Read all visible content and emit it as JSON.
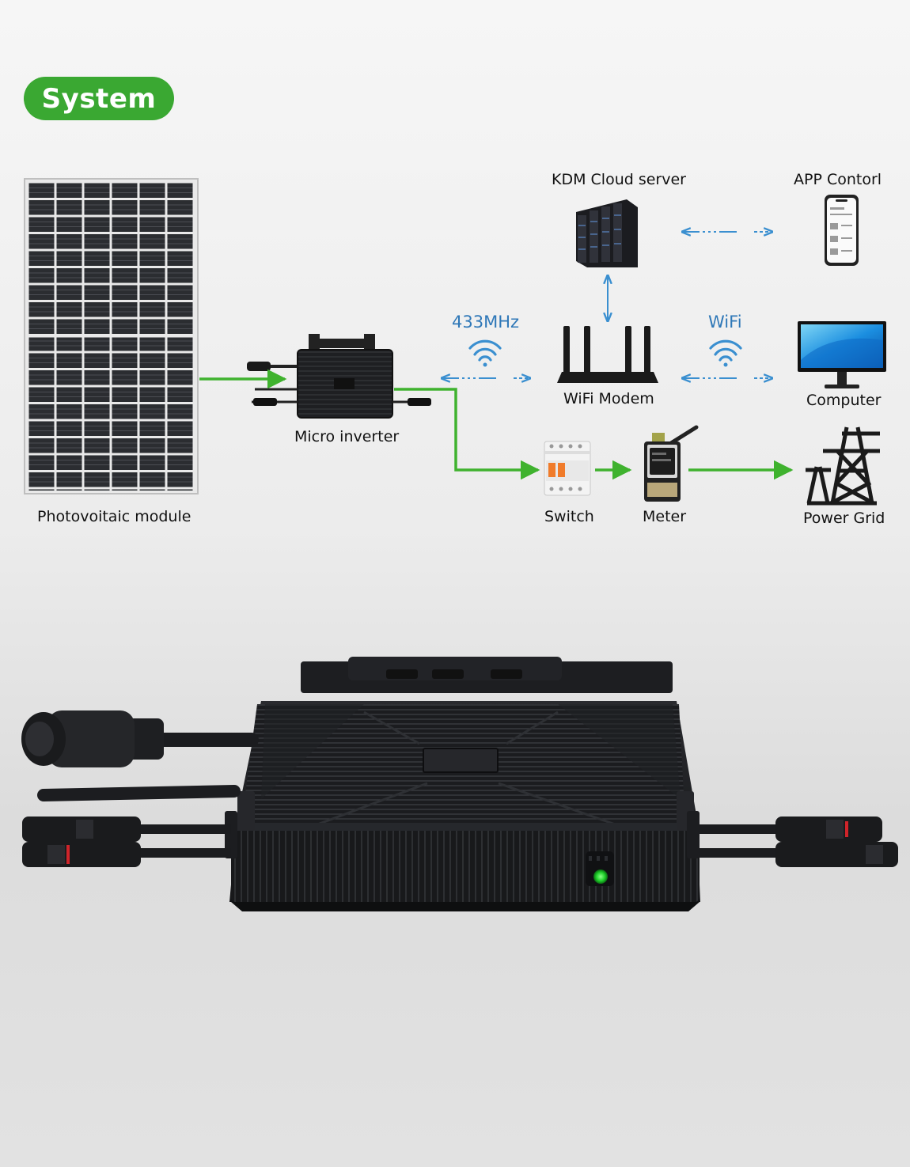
{
  "header": {
    "title": "System"
  },
  "nodes": {
    "pv_module": "Photovoitaic module",
    "micro_inverter": "Micro inverter",
    "kdm_cloud": "KDM Cloud server",
    "app_control": "APP Contorl",
    "wifi_modem": "WiFi Modem",
    "computer": "Computer",
    "switch": "Switch",
    "meter": "Meter",
    "power_grid": "Power Grid"
  },
  "links": {
    "inverter_modem": "433MHz",
    "modem_computer": "WiFi"
  },
  "colors": {
    "accent_green": "#3aa832",
    "power_flow": "#3fb22e",
    "data_flow": "#3a8fd0",
    "link_label": "#2f78b8"
  },
  "icons": [
    "solar-panel-icon",
    "micro-inverter-icon",
    "cloud-server-icon",
    "smartphone-icon",
    "wifi-router-icon",
    "monitor-icon",
    "breaker-switch-icon",
    "energy-meter-icon",
    "transmission-tower-icon",
    "wifi-signal-icon"
  ]
}
